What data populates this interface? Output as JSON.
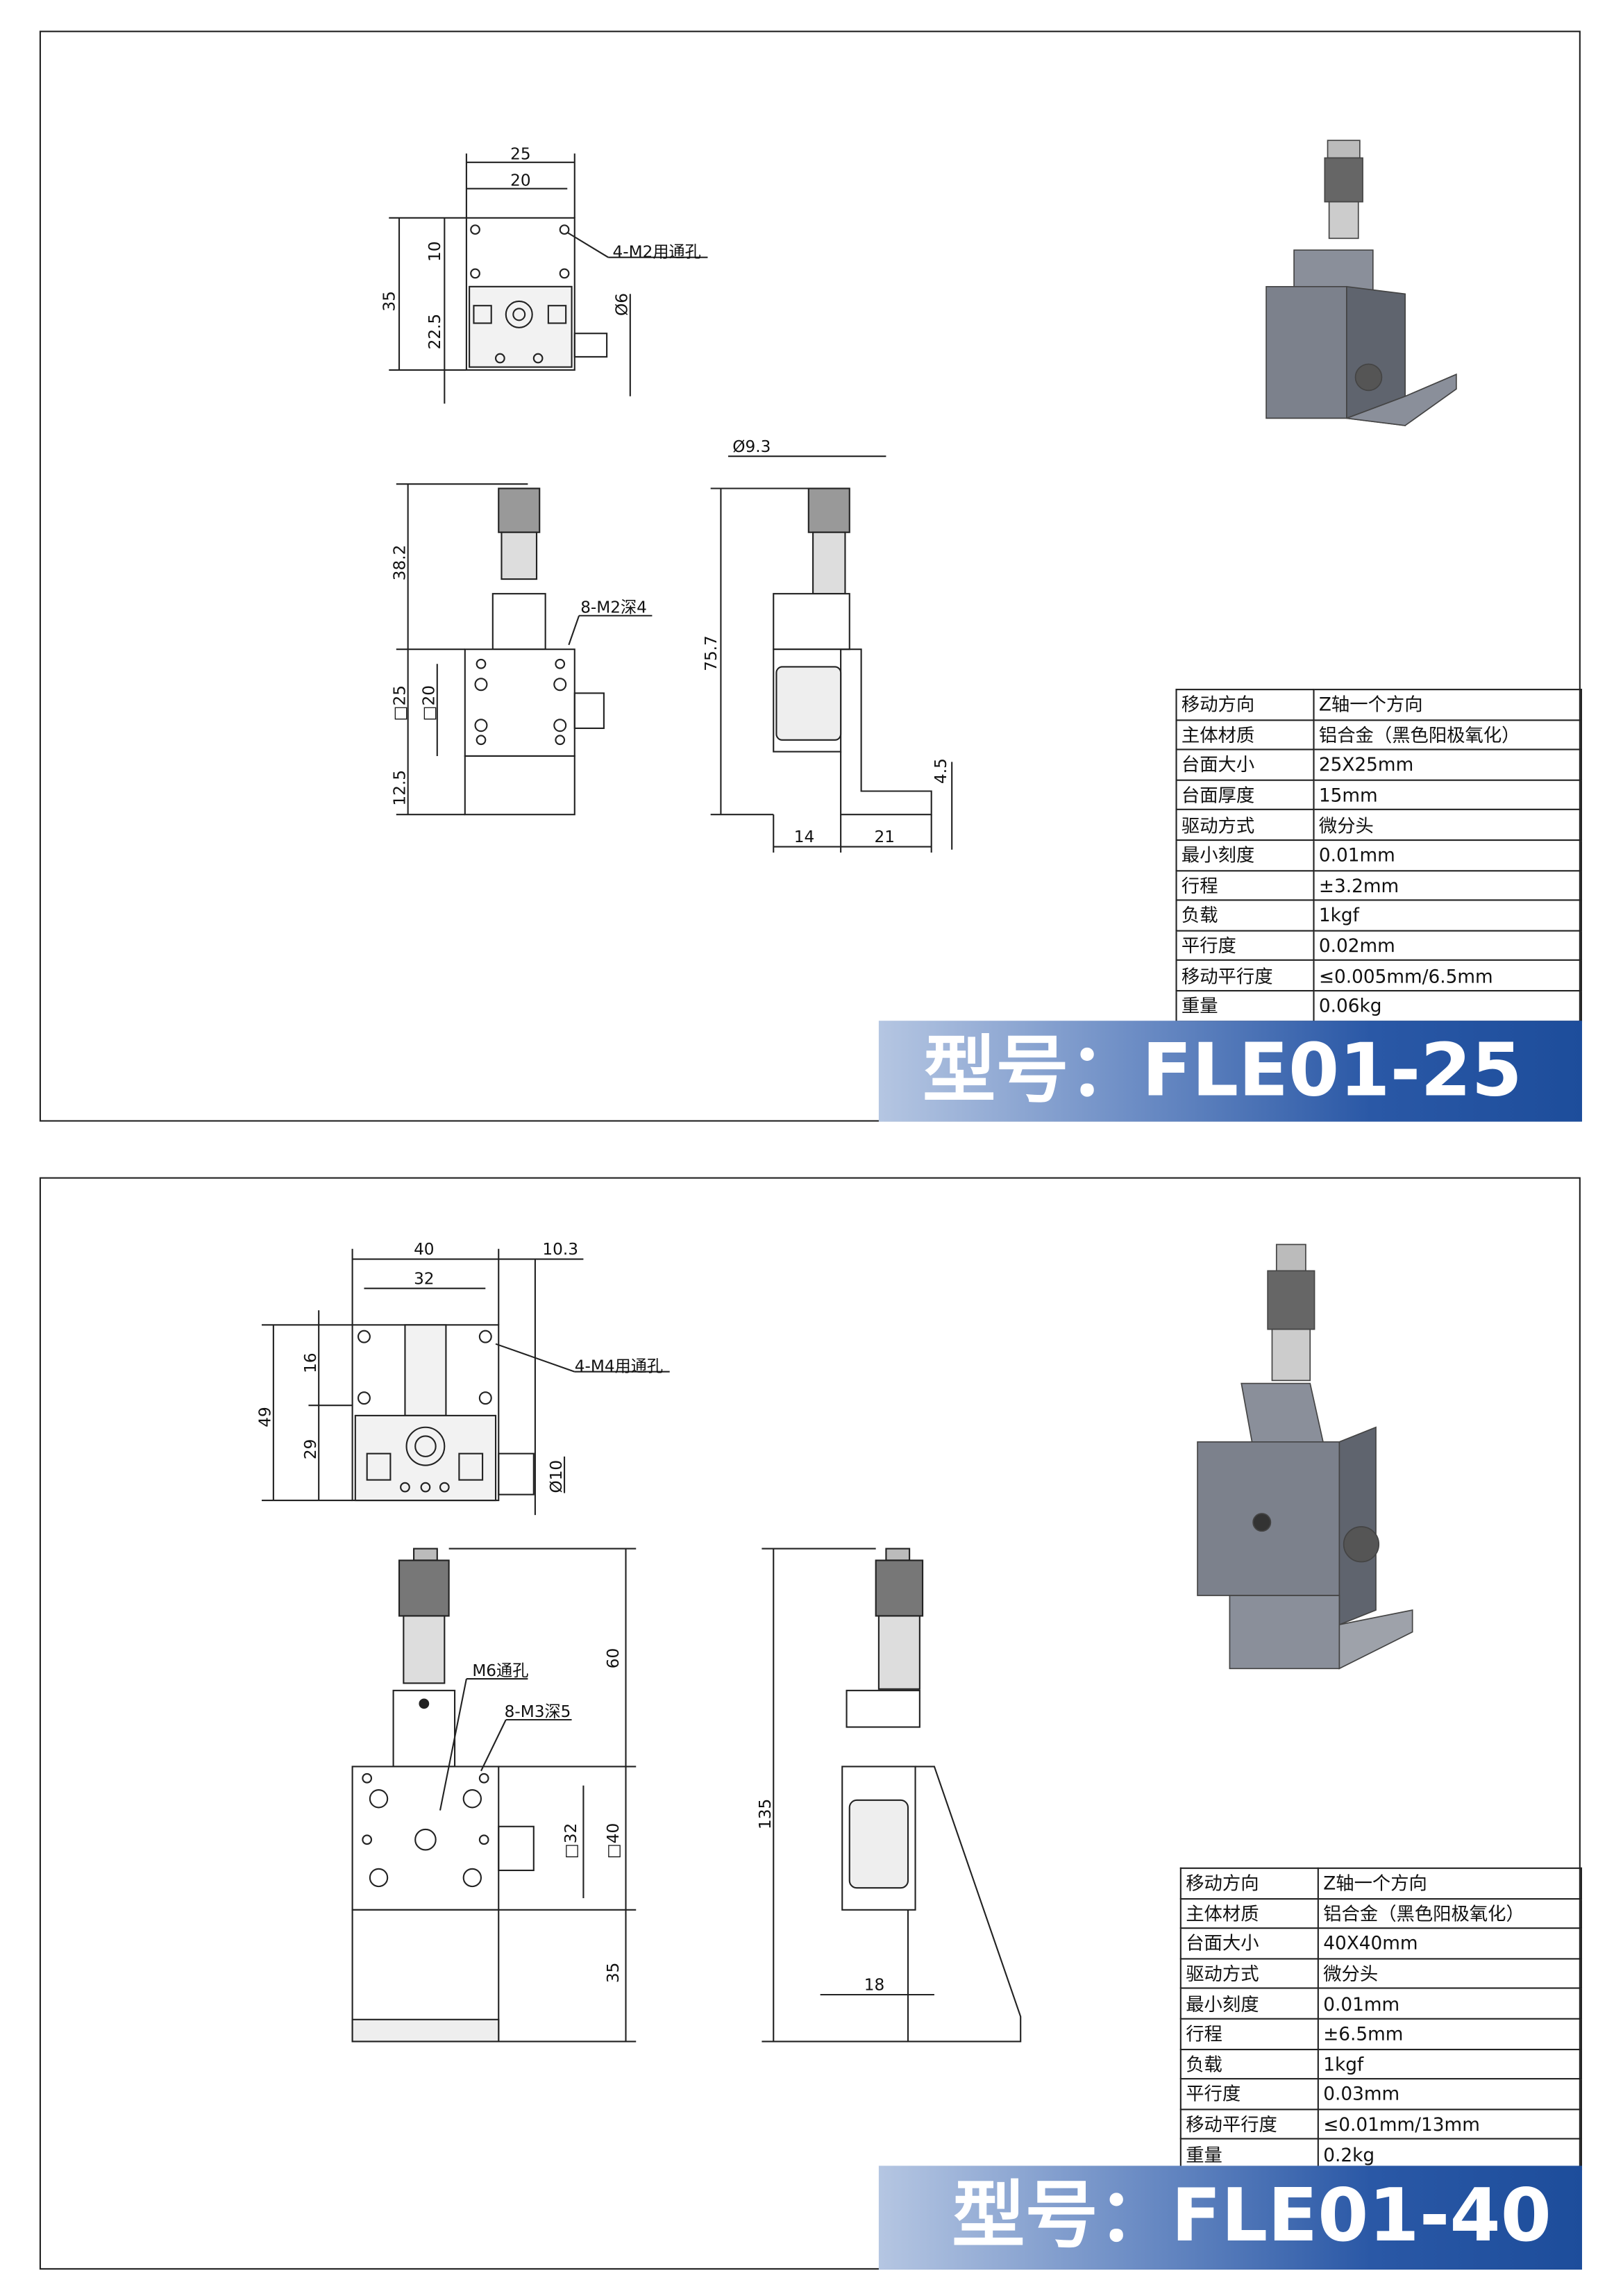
{
  "models": [
    {
      "banner": "型号：FLE01-25",
      "specs": [
        {
          "k": "移动方向",
          "v": "Z轴一个方向"
        },
        {
          "k": "主体材质",
          "v": "铝合金（黑色阳极氧化）"
        },
        {
          "k": "台面大小",
          "v": "25X25mm"
        },
        {
          "k": "台面厚度",
          "v": "15mm"
        },
        {
          "k": "驱动方式",
          "v": "微分头"
        },
        {
          "k": "最小刻度",
          "v": "0.01mm"
        },
        {
          "k": "行程",
          "v": "±3.2mm"
        },
        {
          "k": "负载",
          "v": "1kgf"
        },
        {
          "k": "平行度",
          "v": "0.02mm"
        },
        {
          "k": "移动平行度",
          "v": "≤0.005mm/6.5mm"
        },
        {
          "k": "重量",
          "v": "0.06kg"
        }
      ],
      "dims": {
        "top_w_outer": "25",
        "top_w_inner": "20",
        "top_h": "35",
        "top_h1": "10",
        "top_h2": "22.5",
        "holes": "4-M2用通孔",
        "knob_dia": "Ø6",
        "front_h": "38.2",
        "front_holes": "8-M2深4",
        "front_sq_outer": "□25",
        "front_sq_inner": "□20",
        "front_base": "12.5",
        "side_dia": "Ø9.3",
        "side_h": "75.7",
        "side_w1": "14",
        "side_w2": "21",
        "side_t": "4.5"
      }
    },
    {
      "banner": "型号：FLE01-40",
      "specs": [
        {
          "k": "移动方向",
          "v": "Z轴一个方向"
        },
        {
          "k": "主体材质",
          "v": "铝合金（黑色阳极氧化）"
        },
        {
          "k": "台面大小",
          "v": "40X40mm"
        },
        {
          "k": "驱动方式",
          "v": "微分头"
        },
        {
          "k": "最小刻度",
          "v": "0.01mm"
        },
        {
          "k": "行程",
          "v": "±6.5mm"
        },
        {
          "k": "负载",
          "v": "1kgf"
        },
        {
          "k": "平行度",
          "v": "0.03mm"
        },
        {
          "k": "移动平行度",
          "v": "≤0.01mm/13mm"
        },
        {
          "k": "重量",
          "v": "0.2kg"
        }
      ],
      "dims": {
        "top_w_outer": "40",
        "top_w_inner": "32",
        "top_knob": "10.3",
        "top_h": "49",
        "top_h1": "16",
        "top_h2": "29",
        "holes": "4-M4用通孔",
        "knob_dia": "Ø10",
        "front_center_hole": "M6通孔",
        "front_holes": "8-M3深5",
        "front_h": "60",
        "front_sq_inner": "□32",
        "front_sq_outer": "□40",
        "front_base": "35",
        "side_h": "135",
        "side_w": "18"
      }
    }
  ]
}
